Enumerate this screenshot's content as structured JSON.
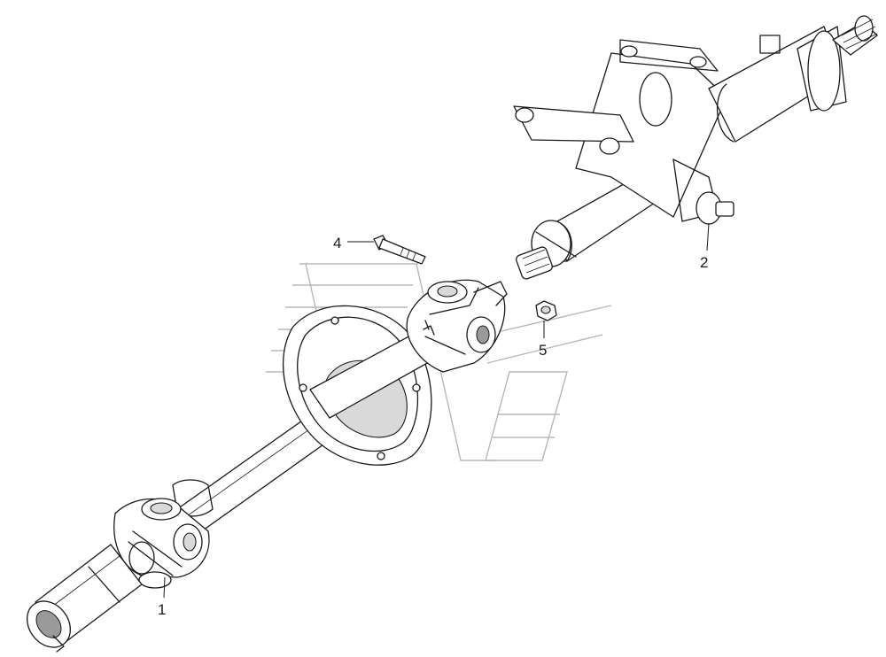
{
  "diagram": {
    "callouts": [
      {
        "id": "c1",
        "label": "1"
      },
      {
        "id": "c2",
        "label": "2"
      },
      {
        "id": "c4",
        "label": "4"
      },
      {
        "id": "c5",
        "label": "5"
      }
    ]
  }
}
